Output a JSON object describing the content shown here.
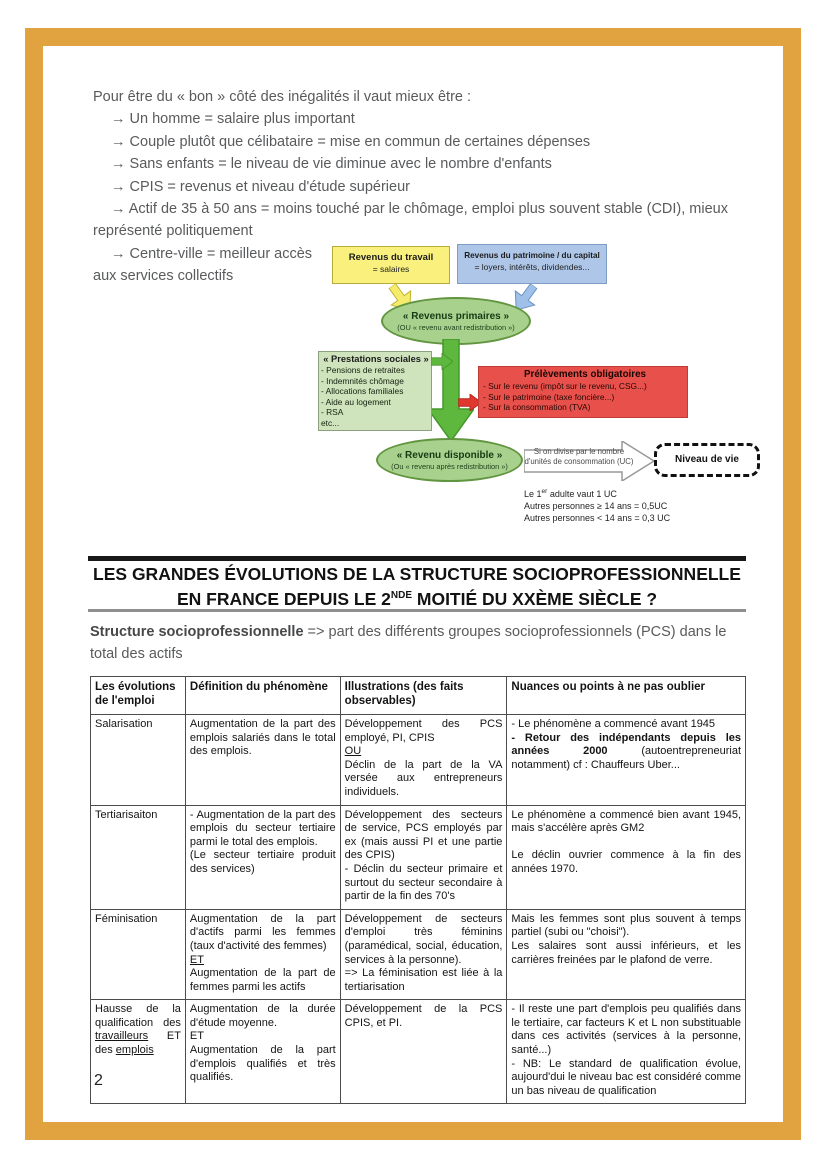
{
  "page": {
    "number": "2"
  },
  "colors": {
    "frame_orange": "#E1A33F",
    "box_yellow": "#F9F07E",
    "box_blue": "#AEC6E8",
    "ellipse_green": "#A9D18E",
    "box_light_green": "#CFE3BD",
    "box_red": "#E8504B",
    "arrow_green": "#5FB83E",
    "arrow_red": "#E0382E",
    "text_gray": "#595a5c"
  },
  "intro": {
    "arrow": "→",
    "lead": "Pour être du « bon » côté des inégalités il vaut mieux être :",
    "items": [
      "Un homme = salaire plus important",
      "Couple plutôt que célibataire = mise en commun de certaines dépenses",
      "Sans enfants = le niveau de vie diminue avec le nombre d'enfants",
      "CPIS = revenus et niveau d'étude supérieur",
      "Actif de 35 à 50 ans = moins touché par le chômage, emploi plus souvent stable (CDI), mieux représenté politiquement"
    ],
    "last_item": "Centre-ville = meilleur accès aux services collectifs"
  },
  "diagram": {
    "work_income": {
      "title": "Revenus du travail",
      "subtitle": "= salaires"
    },
    "capital_income": {
      "title": "Revenus du patrimoine / du capital",
      "subtitle": "= loyers, intérêts, dividendes..."
    },
    "primary_income": {
      "title": "« Revenus primaires »",
      "subtitle": "(OU « revenu avant redistribution »)"
    },
    "social_benefits": {
      "title": "« Prestations sociales »",
      "items": [
        "- Pensions de retraites",
        "- Indemnités chômage",
        "- Allocations familiales",
        "- Aide au logement",
        "- RSA",
        "etc..."
      ]
    },
    "levies": {
      "title": "Prélèvements obligatoires",
      "items": [
        "- Sur le revenu (impôt sur le revenu, CSG...)",
        "- Sur le patrimoine (taxe foncière...)",
        "- Sur la consommation (TVA)"
      ]
    },
    "disposable_income": {
      "title": "« Revenu disponible »",
      "subtitle": "(Ou « revenu après redistribution »)"
    },
    "division_arrow": {
      "line1": "Si on divise par le nombre",
      "line2": "d'unités de consommation (UC)"
    },
    "living_standard": {
      "title": "Niveau de vie"
    },
    "uc_notes": {
      "line1_pre": "Le 1",
      "line1_sup": "er",
      "line1_post": " adulte vaut 1 UC",
      "line2": "Autres personnes ≥ 14 ans = 0,5UC",
      "line3": "Autres personnes < 14 ans = 0,3 UC"
    }
  },
  "section": {
    "title_line1": "LES GRANDES ÉVOLUTIONS DE LA STRUCTURE SOCIOPROFESSIONNELLE",
    "title_line2_pre": "EN FRANCE DEPUIS LE 2",
    "title_line2_sup": "NDE",
    "title_line2_post": " MOITIÉ DU XXÈME SIÈCLE ?",
    "definition_lead": "Structure socioprofessionnelle",
    "definition_rest": " => part des différents groupes socioprofessionnels (PCS) dans le total des actifs"
  },
  "table": {
    "headers": [
      "Les évolutions de l'emploi",
      "Définition du phénomène",
      "Illustrations (des faits observables)",
      "Nuances ou points à ne pas oublier"
    ],
    "rows": [
      {
        "cells": [
          [
            {
              "t": "Salarisation"
            }
          ],
          [
            {
              "t": "Augmentation de la part des emplois salariés dans le total des emplois."
            }
          ],
          [
            {
              "t": "Développement des PCS employé, PI, CPIS"
            },
            {
              "br": true
            },
            {
              "t": "OU",
              "u": true
            },
            {
              "br": true
            },
            {
              "t": "Déclin de la part de la VA versée aux entrepreneurs individuels."
            }
          ],
          [
            {
              "t": "- Le phénomène a commencé avant 1945"
            },
            {
              "br": true
            },
            {
              "t": "-  Retour des indépendants depuis les années 2000",
              "b": true
            },
            {
              "t": " (autoentrepreneuriat notamment) cf : Chauffeurs Uber..."
            }
          ]
        ]
      },
      {
        "cells": [
          [
            {
              "t": "Tertiarisaiton"
            }
          ],
          [
            {
              "t": "- Augmentation de la part des emplois du secteur tertiaire parmi le total des emplois."
            },
            {
              "br": true
            },
            {
              "t": "(Le secteur tertiaire produit des services)"
            }
          ],
          [
            {
              "t": " Développement des secteurs de service, PCS employés par ex (mais aussi PI et une partie des CPIS)"
            },
            {
              "br": true
            },
            {
              "t": "- Déclin du secteur primaire et surtout du secteur secondaire à partir de la fin des 70's"
            }
          ],
          [
            {
              "t": "Le phénomène a commencé bien avant 1945, mais s'accélère après GM2"
            },
            {
              "br": true
            },
            {
              "br": true
            },
            {
              "t": "Le déclin ouvrier commence à la fin des années 1970."
            }
          ]
        ]
      },
      {
        "cells": [
          [
            {
              "t": "Féminisation"
            }
          ],
          [
            {
              "t": "Augmentation de la part d'actifs parmi les femmes (taux d'activité des femmes)"
            },
            {
              "br": true
            },
            {
              "t": "ET",
              "u": true
            },
            {
              "br": true
            },
            {
              "t": "Augmentation de la part de femmes parmi les actifs"
            }
          ],
          [
            {
              "t": "Développement de secteurs d'emploi très féminins (paramédical, social, éducation, services à la personne)."
            },
            {
              "br": true
            },
            {
              "t": "=> La féminisation est liée à la tertiarisation"
            }
          ],
          [
            {
              "t": "Mais les femmes sont plus souvent à temps partiel (subi ou \"choisi\")."
            },
            {
              "br": true
            },
            {
              "t": "Les salaires sont aussi inférieurs, et les carrières freinées par le plafond de verre."
            }
          ]
        ]
      },
      {
        "cells": [
          [
            {
              "t": "Hausse de la qualification des "
            },
            {
              "t": "travailleurs",
              "u": true
            },
            {
              "t": " ET des "
            },
            {
              "t": "emplois",
              "u": true
            }
          ],
          [
            {
              "t": "Augmentation de la durée d'étude moyenne."
            },
            {
              "br": true
            },
            {
              "t": "ET"
            },
            {
              "br": true
            },
            {
              "t": "Augmentation de la part d'emplois qualifiés et très qualifiés."
            }
          ],
          [
            {
              "t": "Développement de la PCS CPIS, et PI."
            }
          ],
          [
            {
              "t": "- Il reste une part d'emplois peu qualifiés dans le tertiaire, car facteurs K et L non substituable dans ces activités (services à la personne, santé...)"
            },
            {
              "br": true
            },
            {
              "t": "- NB: Le standard de qualification évolue, aujourd'dui le niveau bac est considéré comme un bas niveau de qualification"
            }
          ]
        ]
      }
    ]
  }
}
